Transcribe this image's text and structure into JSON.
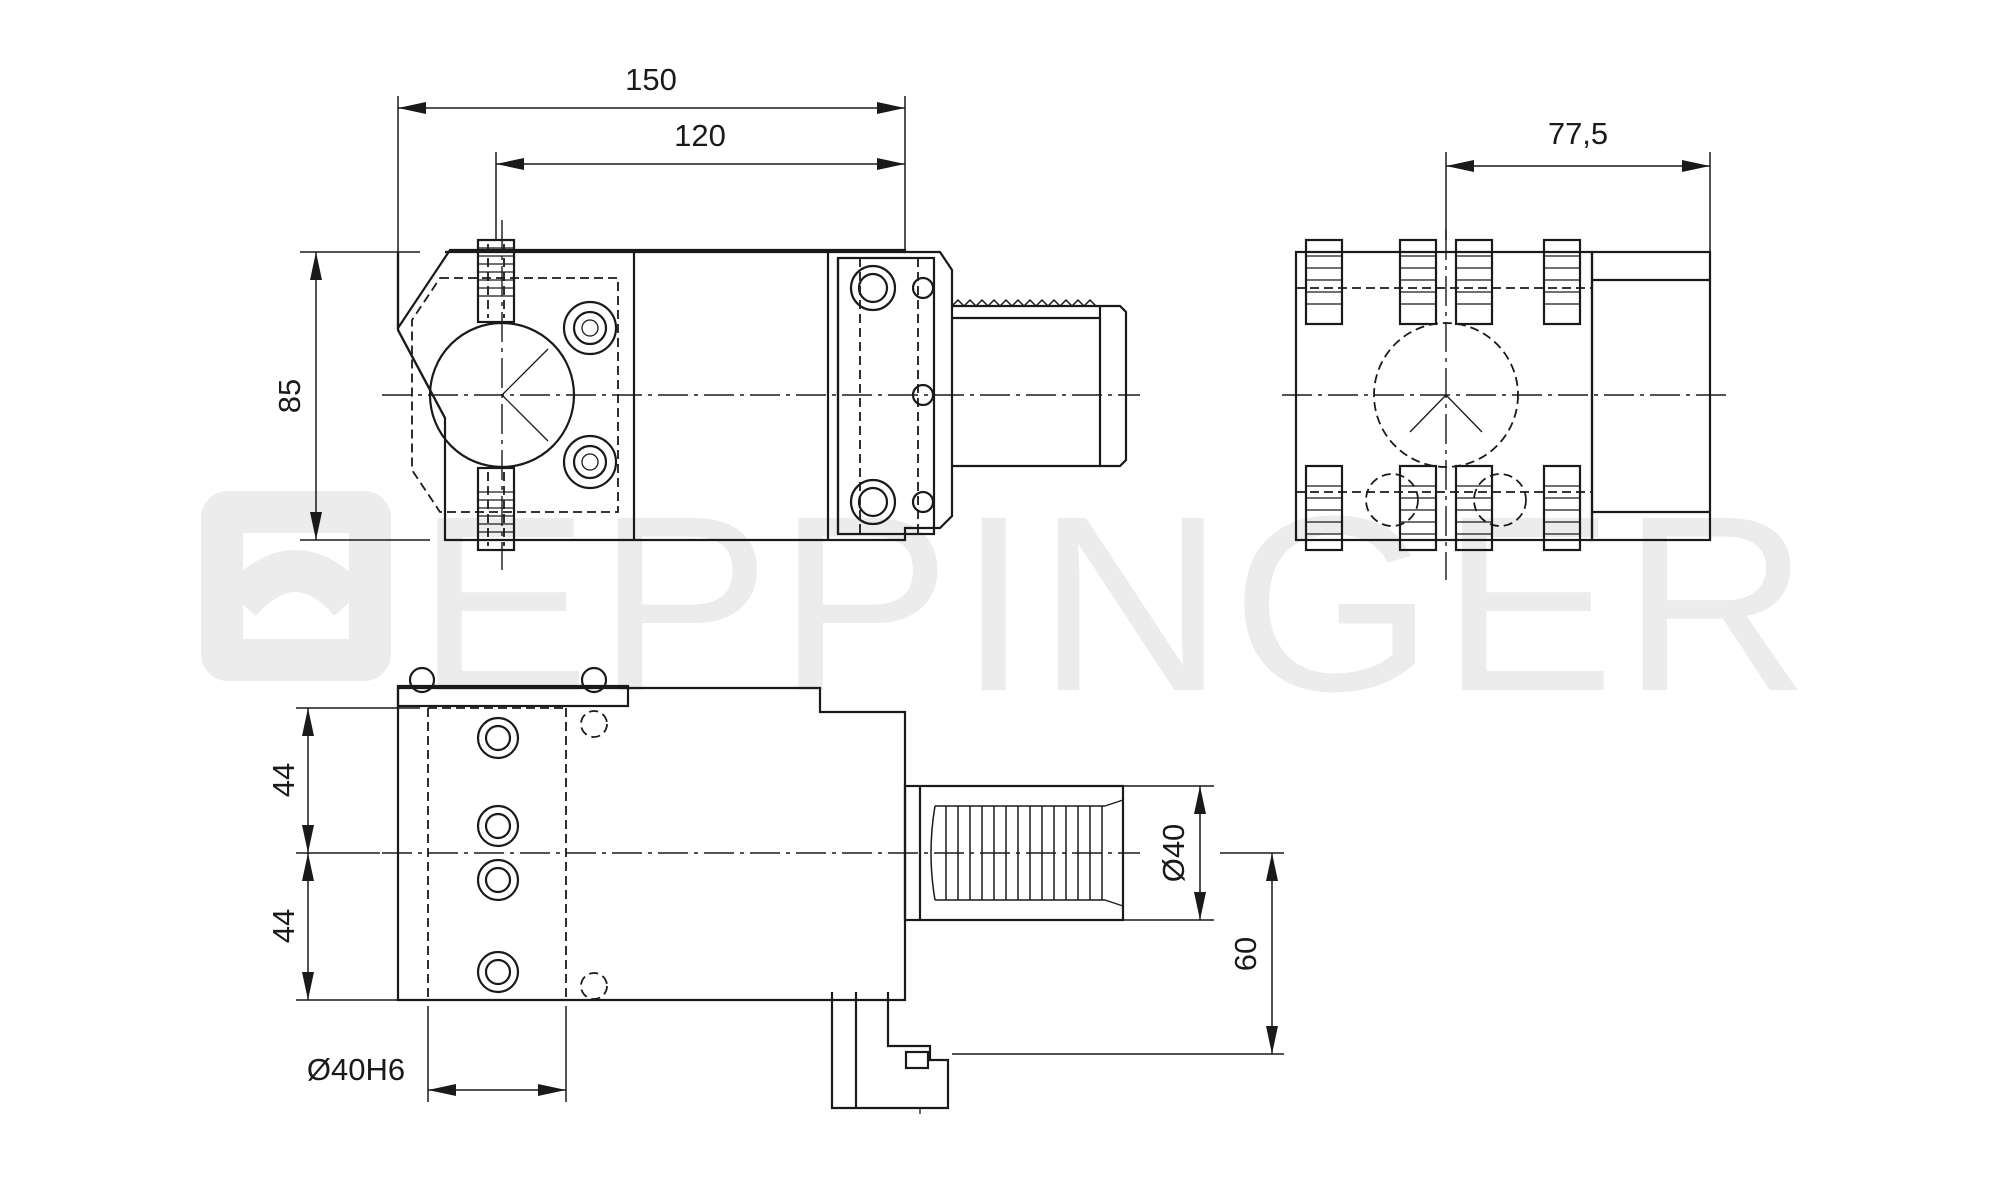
{
  "watermark": {
    "brand": "EPPINGER",
    "color": "#ececec"
  },
  "dimensions": {
    "overall_length": "150",
    "body_length": "120",
    "side_width": "77,5",
    "height": "85",
    "half_width_upper": "44",
    "half_width_lower": "44",
    "shank_diameter": "Ø40",
    "offset": "60",
    "bore_diameter": "Ø40H6"
  },
  "colors": {
    "line": "#1a1a1a",
    "background": "#ffffff"
  }
}
